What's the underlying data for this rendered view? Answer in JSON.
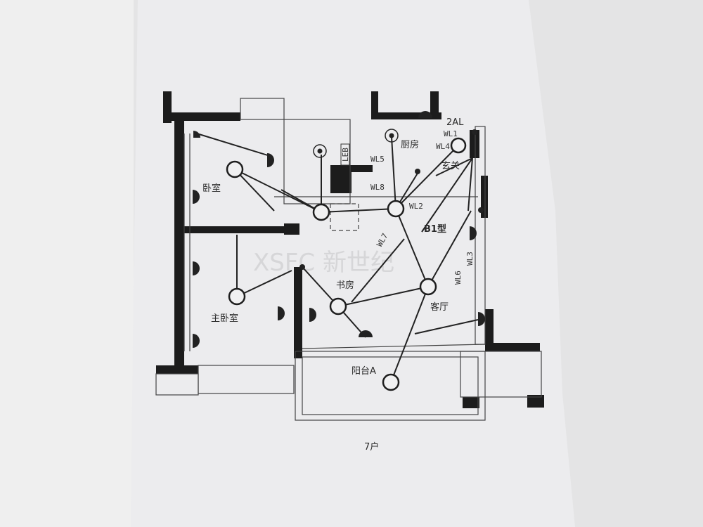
{
  "plan": {
    "type_label": "B1型",
    "unit_label": "7户",
    "panel_label": "2AL",
    "watermark": "XSFC 新世纪",
    "rooms": {
      "bedroom": "卧室",
      "master_bedroom": "主卧室",
      "study": "书房",
      "living_room": "客厅",
      "kitchen": "厨房",
      "foyer": "玄关",
      "balcony": "阳台A"
    },
    "circuits": [
      "WL1",
      "WL2",
      "WL3",
      "WL4",
      "WL5",
      "WL6",
      "WL7",
      "WL8"
    ],
    "other_labels": {
      "leb": "LEB"
    }
  },
  "colors": {
    "paper": "#ececee",
    "ink": "#1c1c1c",
    "background": "#dcdcdd"
  }
}
